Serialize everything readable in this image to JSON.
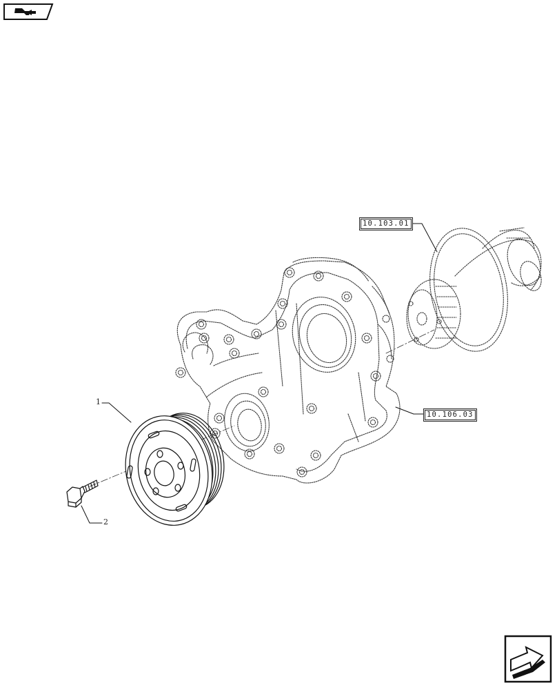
{
  "header": {
    "icon": "vehicle-arrow-icon"
  },
  "callouts": [
    {
      "id": "1",
      "label": "1"
    },
    {
      "id": "2",
      "label": "2"
    }
  ],
  "references": [
    {
      "id": "ref-crankshaft",
      "label": "10.103.01"
    },
    {
      "id": "ref-timing-cover",
      "label": "10.106.03"
    }
  ],
  "footer": {
    "next_icon": "next-page-arrow-icon"
  },
  "colors": {
    "line": "#1a1a1a",
    "phantom": "#555555"
  }
}
